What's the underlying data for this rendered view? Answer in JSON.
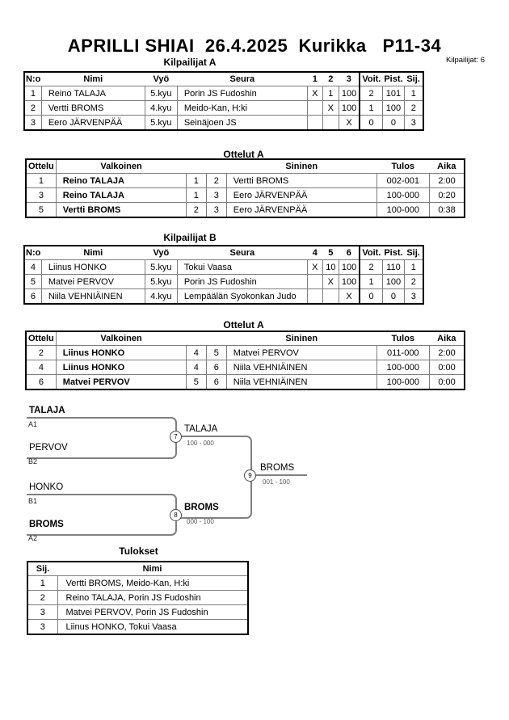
{
  "title": "APRILLI SHIAI  26.4.2025  Kurikka   P11-34",
  "competitors_total": "Kilpailijat: 6",
  "pool_a": {
    "heading": "Kilpailijat A",
    "headers": {
      "no": "N:o",
      "name": "Nimi",
      "belt": "Vyö",
      "club": "Seura",
      "c1": "1",
      "c2": "2",
      "c3": "3",
      "wins": "Voit.",
      "points": "Pist.",
      "place": "Sij."
    },
    "rows": [
      {
        "no": "1",
        "name": "Reino TALAJA",
        "belt": "5.kyu",
        "club": "Porin JS Fudoshin",
        "c1": "X",
        "c2": "1",
        "c3": "100",
        "wins": "2",
        "points": "101",
        "place": "1"
      },
      {
        "no": "2",
        "name": "Vertti BROMS",
        "belt": "4.kyu",
        "club": "Meido-Kan, H:ki",
        "c1": "",
        "c2": "X",
        "c3": "100",
        "wins": "1",
        "points": "100",
        "place": "2"
      },
      {
        "no": "3",
        "name": "Eero JÄRVENPÄÄ",
        "belt": "5.kyu",
        "club": "Seinäjoen JS",
        "c1": "",
        "c2": "",
        "c3": "X",
        "wins": "0",
        "points": "0",
        "place": "3"
      }
    ]
  },
  "matches_a": {
    "heading": "Ottelut A",
    "headers": {
      "match": "Ottelu",
      "white": "Valkoinen",
      "w_no": "",
      "b_no": "",
      "blue": "Sininen",
      "result": "Tulos",
      "time": "Aika"
    },
    "rows": [
      {
        "match": "1",
        "white": "Reino TALAJA",
        "w_no": "1",
        "b_no": "2",
        "blue": "Vertti BROMS",
        "result": "002-001",
        "time": "2:00"
      },
      {
        "match": "3",
        "white": "Reino TALAJA",
        "w_no": "1",
        "b_no": "3",
        "blue": "Eero JÄRVENPÄÄ",
        "result": "100-000",
        "time": "0:20"
      },
      {
        "match": "5",
        "white": "Vertti BROMS",
        "w_no": "2",
        "b_no": "3",
        "blue": "Eero JÄRVENPÄÄ",
        "result": "100-000",
        "time": "0:38"
      }
    ]
  },
  "pool_b": {
    "heading": "Kilpailijat B",
    "headers": {
      "no": "N:o",
      "name": "Nimi",
      "belt": "Vyö",
      "club": "Seura",
      "c1": "4",
      "c2": "5",
      "c3": "6",
      "wins": "Voit.",
      "points": "Pist.",
      "place": "Sij."
    },
    "rows": [
      {
        "no": "4",
        "name": "Liinus HONKO",
        "belt": "5.kyu",
        "club": "Tokui Vaasa",
        "c1": "X",
        "c2": "10",
        "c3": "100",
        "wins": "2",
        "points": "110",
        "place": "1"
      },
      {
        "no": "5",
        "name": "Matvei PERVOV",
        "belt": "5.kyu",
        "club": "Porin JS Fudoshin",
        "c1": "",
        "c2": "X",
        "c3": "100",
        "wins": "1",
        "points": "100",
        "place": "2"
      },
      {
        "no": "6",
        "name": "Niila VEHNIÄINEN",
        "belt": "4.kyu",
        "club": "Lempäälän Syokonkan Judo",
        "c1": "",
        "c2": "",
        "c3": "X",
        "wins": "0",
        "points": "0",
        "place": "3"
      }
    ]
  },
  "matches_b": {
    "heading": "Ottelut A",
    "headers": {
      "match": "Ottelu",
      "white": "Valkoinen",
      "w_no": "",
      "b_no": "",
      "blue": "Sininen",
      "result": "Tulos",
      "time": "Aika"
    },
    "rows": [
      {
        "match": "2",
        "white": "Liinus HONKO",
        "w_no": "4",
        "b_no": "5",
        "blue": "Matvei PERVOV",
        "result": "011-000",
        "time": "2:00"
      },
      {
        "match": "4",
        "white": "Liinus HONKO",
        "w_no": "4",
        "b_no": "6",
        "blue": "Niila VEHNIÄINEN",
        "result": "100-000",
        "time": "0:00"
      },
      {
        "match": "6",
        "white": "Matvei PERVOV",
        "w_no": "5",
        "b_no": "6",
        "blue": "Niila VEHNIÄINEN",
        "result": "100-000",
        "time": "0:00"
      }
    ]
  },
  "bracket": {
    "seed1": {
      "name": "TALAJA",
      "code": "A1"
    },
    "seed2": {
      "name": "PERVOV",
      "code": "B2"
    },
    "seed3": {
      "name": "HONKO",
      "code": "B1"
    },
    "seed4": {
      "name": "BROMS",
      "code": "A2"
    },
    "match7": {
      "number": "7",
      "winner": "TALAJA",
      "score": "100 - 000"
    },
    "match8": {
      "number": "8",
      "winner": "BROMS",
      "score": "000 - 100"
    },
    "match9": {
      "number": "9",
      "winner": "BROMS",
      "score": "001 - 100"
    }
  },
  "results": {
    "heading": "Tulokset",
    "headers": {
      "place": "Sij.",
      "name": "Nimi"
    },
    "rows": [
      {
        "place": "1",
        "name": "Vertti BROMS, Meido-Kan, H:ki"
      },
      {
        "place": "2",
        "name": "Reino TALAJA, Porin JS Fudoshin"
      },
      {
        "place": "3",
        "name": "Matvei PERVOV, Porin JS Fudoshin"
      },
      {
        "place": "3",
        "name": "Liinus HONKO, Tokui Vaasa"
      }
    ]
  }
}
